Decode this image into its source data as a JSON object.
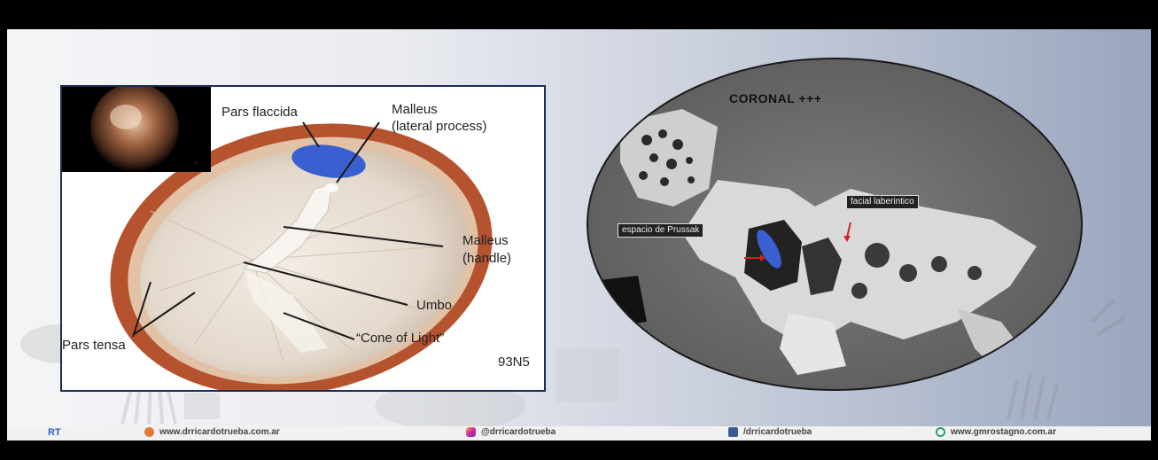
{
  "diagram": {
    "labels": {
      "pars_flaccida": "Pars flaccida",
      "malleus_lateral_1": "Malleus",
      "malleus_lateral_2": "(lateral process)",
      "malleus_handle_1": "Malleus",
      "malleus_handle_2": "(handle)",
      "umbo": "Umbo",
      "pars_tensa": "Pars tensa",
      "cone_of_light": "“Cone of Light”",
      "code": "93N5"
    },
    "colors": {
      "highlight": "#3a5fd0",
      "border": "#1d2c56"
    }
  },
  "ct": {
    "title": "CORONAL +++",
    "tag_prussak": "espacio de Prussak",
    "tag_facial": "facial laberintico",
    "colors": {
      "highlight": "#3a5fd0",
      "marker": "#d62020"
    }
  },
  "footer": {
    "logo": "RT",
    "website1": "www.drricardotrueba.com.ar",
    "instagram": "@drricardotrueba",
    "facebook": "/drricardotrueba",
    "website2": "www.gmrostagno.com.ar",
    "icons": [
      "globe-icon",
      "instagram-icon",
      "facebook-icon",
      "globe-icon"
    ]
  }
}
